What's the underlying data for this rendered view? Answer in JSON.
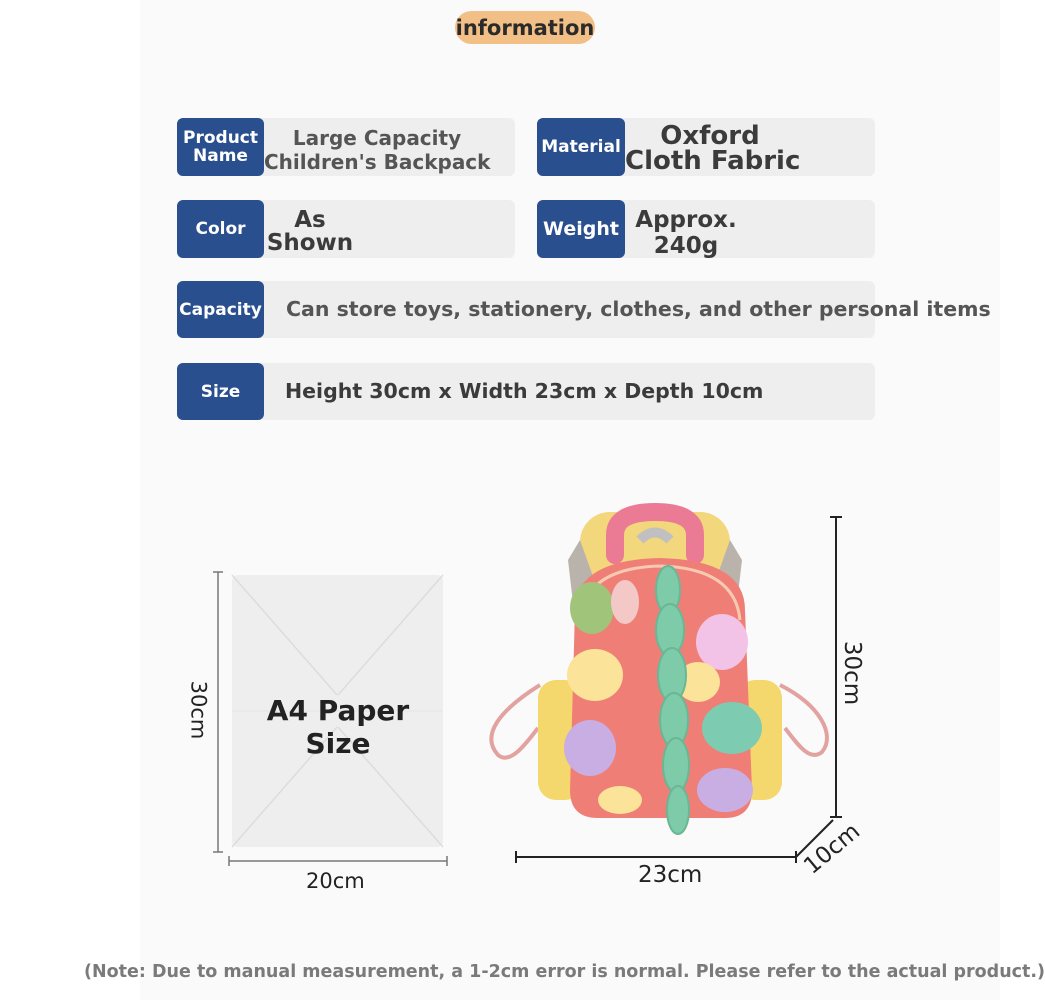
{
  "header": {
    "title": "information"
  },
  "specs": {
    "product_name": {
      "label": "Product Name",
      "value_line1": "Large Capacity",
      "value_line2": "Children's Backpack"
    },
    "material": {
      "label": "Material",
      "value_line1": "Oxford",
      "value_line2": "Cloth Fabric"
    },
    "color": {
      "label": "Color",
      "value_line1": "As",
      "value_line2": "Shown"
    },
    "weight": {
      "label": "Weight",
      "value_line1": "Approx.",
      "value_line2": "240g"
    },
    "capacity": {
      "label": "Capacity",
      "value": "Can store toys, stationery, clothes, and other personal items"
    },
    "size": {
      "label": "Size",
      "value": "Height 30cm x Width 23cm x Depth 10cm"
    }
  },
  "diagram": {
    "a4_label": "A4 Paper Size",
    "a4_height": "30cm",
    "a4_width": "20cm",
    "bag_height": "30cm",
    "bag_width": "23cm",
    "bag_depth": "10cm"
  },
  "note": "(Note: Due to manual measurement, a 1-2cm error is normal. Please refer to the actual product.)",
  "colors": {
    "label_bg": "#2a4f8e",
    "row_bg": "#eeeeee",
    "title_pill": "#f2bf86"
  }
}
